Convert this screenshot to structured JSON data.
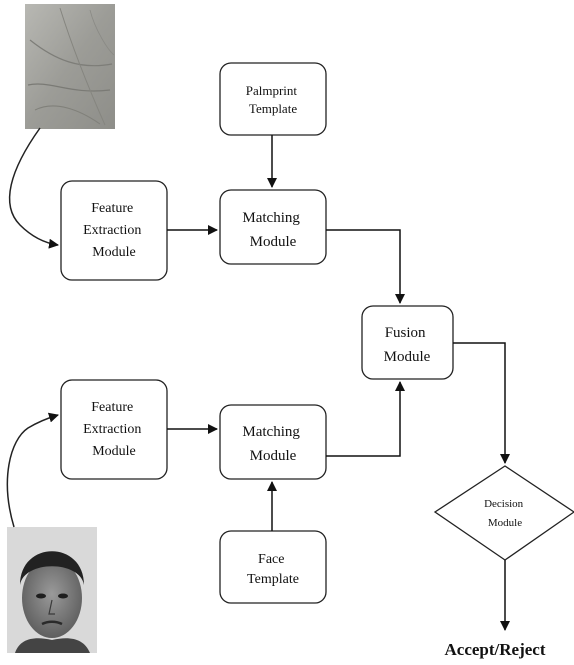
{
  "nodes": {
    "palmprint_template": {
      "lines": [
        "Palmprint",
        "Template"
      ]
    },
    "feature_extraction_top": {
      "lines": [
        "Feature",
        "Extraction",
        "Module"
      ]
    },
    "matching_top": {
      "lines": [
        "Matching",
        "Module"
      ]
    },
    "fusion": {
      "lines": [
        "Fusion",
        "Module"
      ]
    },
    "feature_extraction_bottom": {
      "lines": [
        "Feature",
        "Extraction",
        "Module"
      ]
    },
    "matching_bottom": {
      "lines": [
        "Matching",
        "Module"
      ]
    },
    "face_template": {
      "lines": [
        "Face",
        "Template"
      ]
    },
    "decision": {
      "lines": [
        "Decision",
        "Module"
      ]
    }
  },
  "output_label": "Accept/Reject",
  "images": {
    "palmprint": {
      "description_icon": "palmprint-photo",
      "tone": "#a9a9a4"
    },
    "face": {
      "description_icon": "face-photo",
      "tone": "#8a8a8a"
    }
  },
  "colors": {
    "stroke": "#222222",
    "background": "#ffffff"
  }
}
